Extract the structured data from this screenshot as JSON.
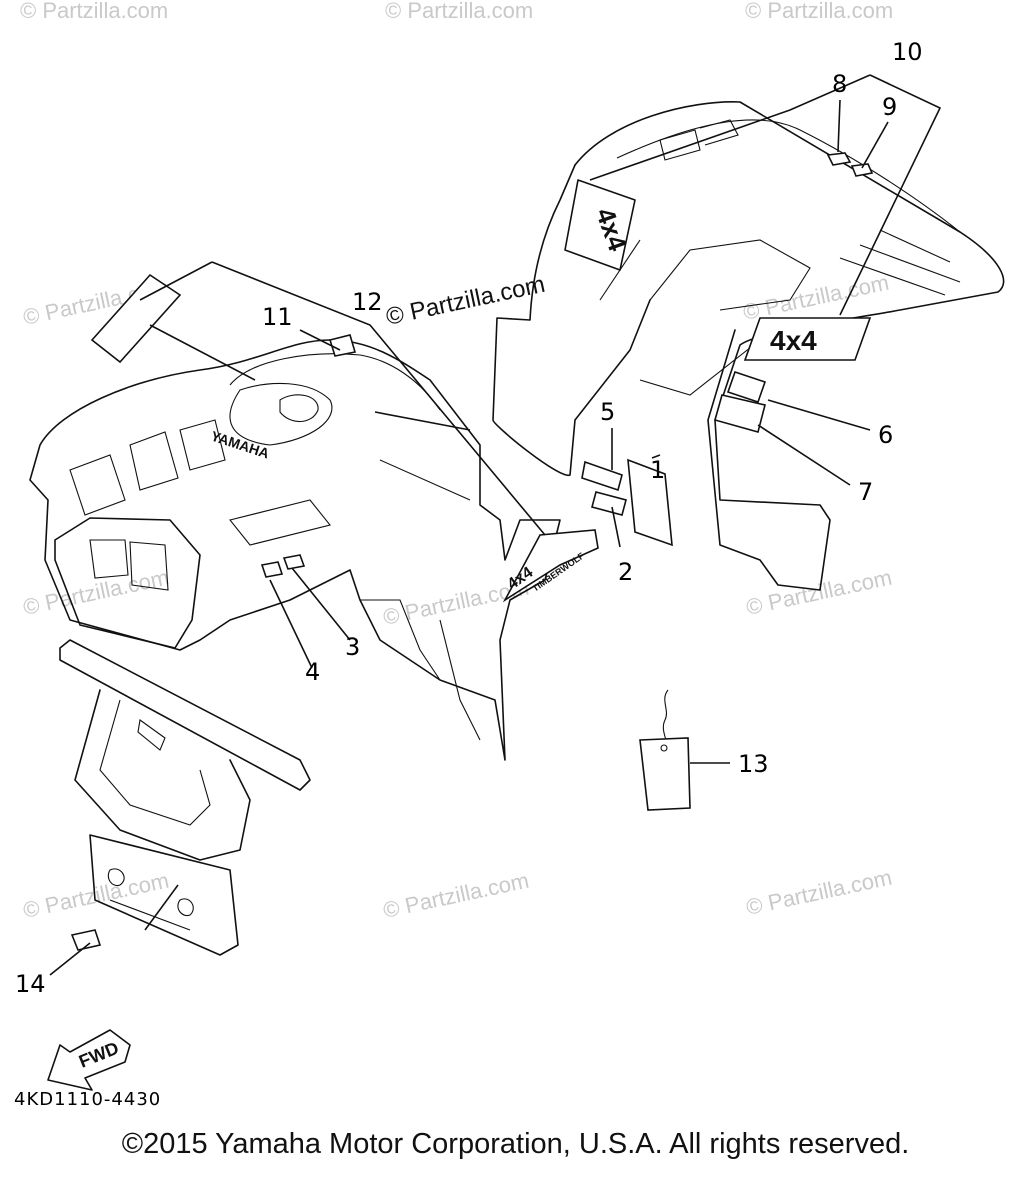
{
  "watermark": "© Partzilla.com",
  "diagram_code": "4KD1110-4430",
  "copyright": "©2015 Yamaha Motor Corporation, U.S.A. All rights reserved.",
  "decal_texts": {
    "yamaha": "YAMAHA",
    "four_by_four": "4x4",
    "timberwolf": "TIMBERWOLF",
    "fwd": "FWD"
  },
  "callouts": {
    "c1": "1",
    "c2": "2",
    "c3": "3",
    "c4": "4",
    "c5": "5",
    "c6": "6",
    "c7": "7",
    "c8": "8",
    "c9": "9",
    "c10": "10",
    "c11": "11",
    "c12": "12",
    "c13": "13",
    "c14": "14"
  }
}
